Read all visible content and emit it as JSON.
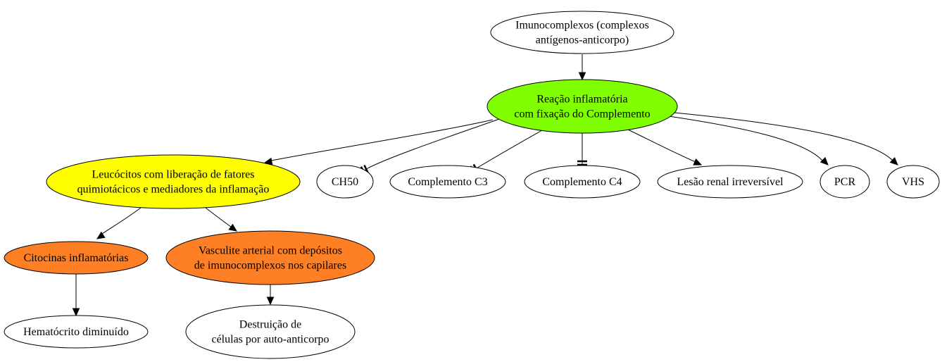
{
  "nodes": {
    "imuno": {
      "lines": [
        "Imunocomplexos (complexos",
        "antígenos-anticorpo)"
      ],
      "fill": "#ffffff"
    },
    "reacao": {
      "lines": [
        "Reação inflamatória",
        "com fixação do Complemento"
      ],
      "fill": "#7fff00"
    },
    "leucocitos": {
      "lines": [
        "Leucócitos com liberação de fatores",
        "quimiotácicos e mediadores da inflamação"
      ],
      "fill": "#ffff00"
    },
    "ch50": {
      "lines": [
        "CH50"
      ],
      "fill": "#ffffff"
    },
    "c3": {
      "lines": [
        "Complemento C3"
      ],
      "fill": "#ffffff"
    },
    "c4": {
      "lines": [
        "Complemento C4"
      ],
      "fill": "#ffffff"
    },
    "lesao": {
      "lines": [
        "Lesão renal irreversível"
      ],
      "fill": "#ffffff"
    },
    "pcr": {
      "lines": [
        "PCR"
      ],
      "fill": "#ffffff"
    },
    "vhs": {
      "lines": [
        "VHS"
      ],
      "fill": "#ffffff"
    },
    "citocinas": {
      "lines": [
        "Citocinas inflamatórias"
      ],
      "fill": "#ff7f24"
    },
    "vasculite": {
      "lines": [
        "Vasculite arterial com depósitos",
        "de imunocomplexos nos capilares"
      ],
      "fill": "#ff7f24"
    },
    "hematocrito": {
      "lines": [
        "Hematócrito diminuído"
      ],
      "fill": "#ffffff"
    },
    "destruicao": {
      "lines": [
        "Destruição de",
        "células por auto-anticorpo"
      ],
      "fill": "#ffffff"
    }
  },
  "edges": [
    {
      "from": "imuno",
      "to": "reacao",
      "relation": "increases"
    },
    {
      "from": "reacao",
      "to": "leucocitos",
      "relation": "increases"
    },
    {
      "from": "reacao",
      "to": "ch50",
      "relation": "decreases"
    },
    {
      "from": "reacao",
      "to": "c3",
      "relation": "decreases"
    },
    {
      "from": "reacao",
      "to": "c4",
      "relation": "decreases"
    },
    {
      "from": "reacao",
      "to": "lesao",
      "relation": "increases"
    },
    {
      "from": "reacao",
      "to": "pcr",
      "relation": "increases"
    },
    {
      "from": "reacao",
      "to": "vhs",
      "relation": "increases"
    },
    {
      "from": "leucocitos",
      "to": "citocinas",
      "relation": "increases"
    },
    {
      "from": "leucocitos",
      "to": "vasculite",
      "relation": "increases"
    },
    {
      "from": "citocinas",
      "to": "hematocrito",
      "relation": "increases"
    },
    {
      "from": "vasculite",
      "to": "destruicao",
      "relation": "increases"
    }
  ]
}
